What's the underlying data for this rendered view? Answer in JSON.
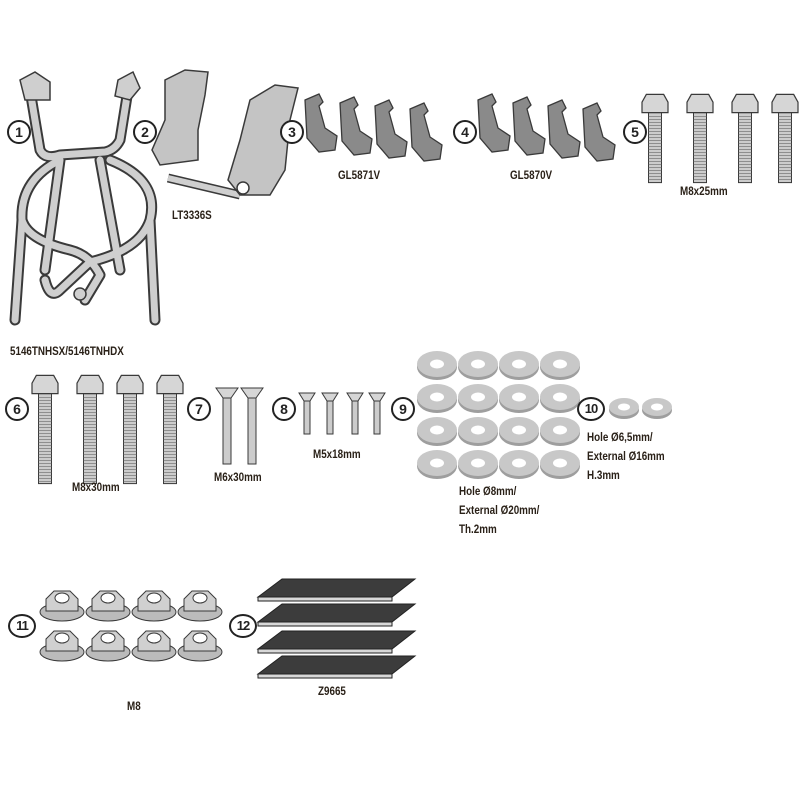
{
  "items": [
    {
      "number": "1",
      "label": "5146TNHSX/5146TNHDX"
    },
    {
      "number": "2",
      "label": "LT3336S"
    },
    {
      "number": "3",
      "label": "GL5871V"
    },
    {
      "number": "4",
      "label": "GL5870V"
    },
    {
      "number": "5",
      "label": "M8x25mm"
    },
    {
      "number": "6",
      "label": "M8x30mm"
    },
    {
      "number": "7",
      "label": "M6x30mm"
    },
    {
      "number": "8",
      "label": "M5x18mm"
    },
    {
      "number": "9",
      "label_lines": [
        "Hole Ø8mm/",
        "External Ø20mm/",
        "Th.2mm"
      ]
    },
    {
      "number": "10",
      "label_lines": [
        "Hole Ø6,5mm/",
        "External  Ø16mm",
        "H.3mm"
      ]
    },
    {
      "number": "11",
      "label": "M8"
    },
    {
      "number": "12",
      "label": "Z9665"
    }
  ],
  "colors": {
    "part_fill": "#bdbdbd",
    "dark_part": "#8a8a8a",
    "outline": "#3a3a3a",
    "pad": "#3c3c3c"
  }
}
